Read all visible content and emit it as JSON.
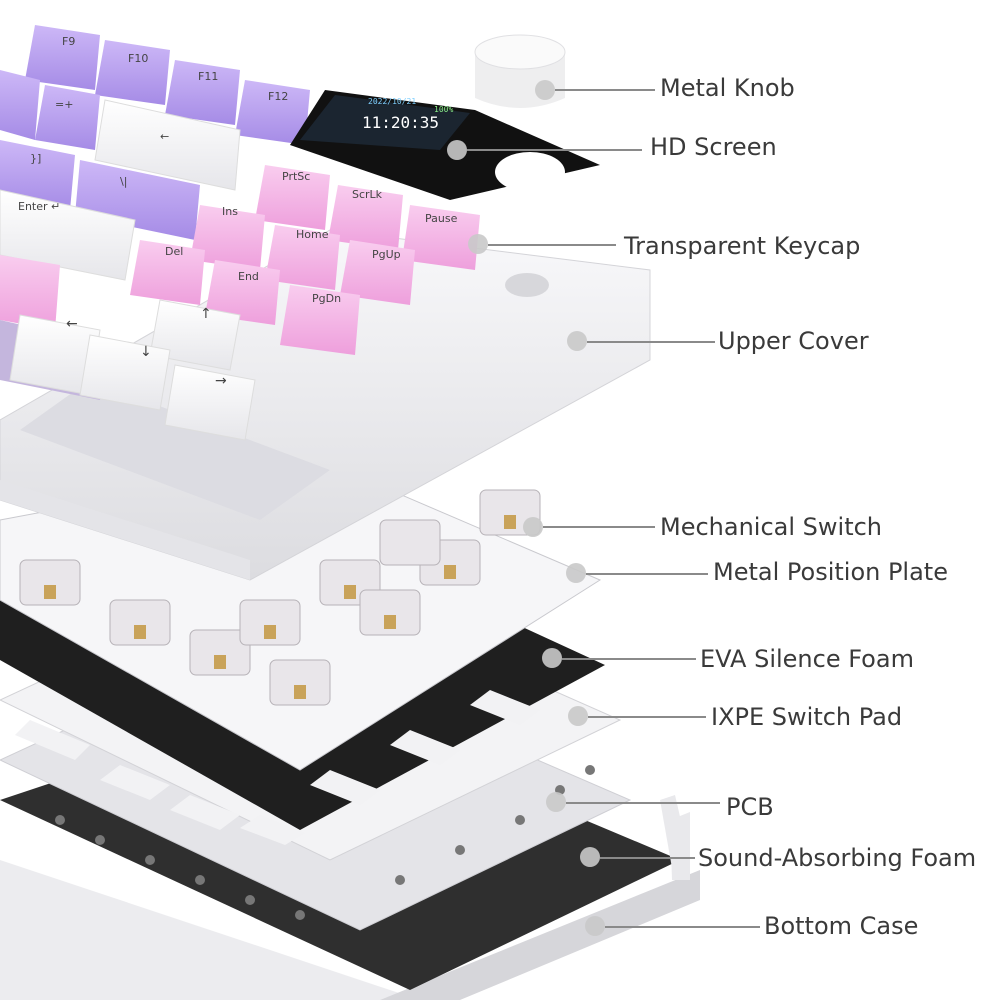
{
  "labels": [
    {
      "key": "metal_knob",
      "text": "Metal Knob"
    },
    {
      "key": "hd_screen",
      "text": "HD Screen"
    },
    {
      "key": "transparent_keycap",
      "text": "Transparent Keycap"
    },
    {
      "key": "upper_cover",
      "text": "Upper Cover"
    },
    {
      "key": "mechanical_switch",
      "text": "Mechanical Switch"
    },
    {
      "key": "metal_position_plate",
      "text": "Metal Position Plate"
    },
    {
      "key": "eva_silence_foam",
      "text": "EVA Silence Foam"
    },
    {
      "key": "ixpe_switch_pad",
      "text": "IXPE Switch Pad"
    },
    {
      "key": "pcb",
      "text": "PCB"
    },
    {
      "key": "sound_absorbing_foam",
      "text": "Sound-Absorbing Foam"
    },
    {
      "key": "bottom_case",
      "text": "Bottom Case"
    }
  ],
  "screen": {
    "date": "2022/10/21",
    "time": "11:20:35",
    "battery": "100%"
  },
  "keycaps": {
    "f9": "F9",
    "f10": "F10",
    "f11": "F11",
    "f12": "F12",
    "plus": "=+",
    "backspace": "←",
    "bracket": "}]",
    "backslash": "\\|",
    "enter": "Enter ↵",
    "prtsc": "PrtSc",
    "scrlk": "ScrLk",
    "pause": "Pause",
    "ins": "Ins",
    "home": "Home",
    "pgup": "PgUp",
    "del": "Del",
    "end": "End",
    "pgdn": "PgDn",
    "left": "←",
    "up": "↑",
    "down": "↓",
    "right": "→"
  },
  "colors": {
    "purple": "#b79cf0",
    "pink": "#f4b6e6",
    "white_key": "#f7f7f9",
    "case": "#f1f1f3",
    "foam": "#2b2b2b",
    "label": "#3a3a3a"
  }
}
